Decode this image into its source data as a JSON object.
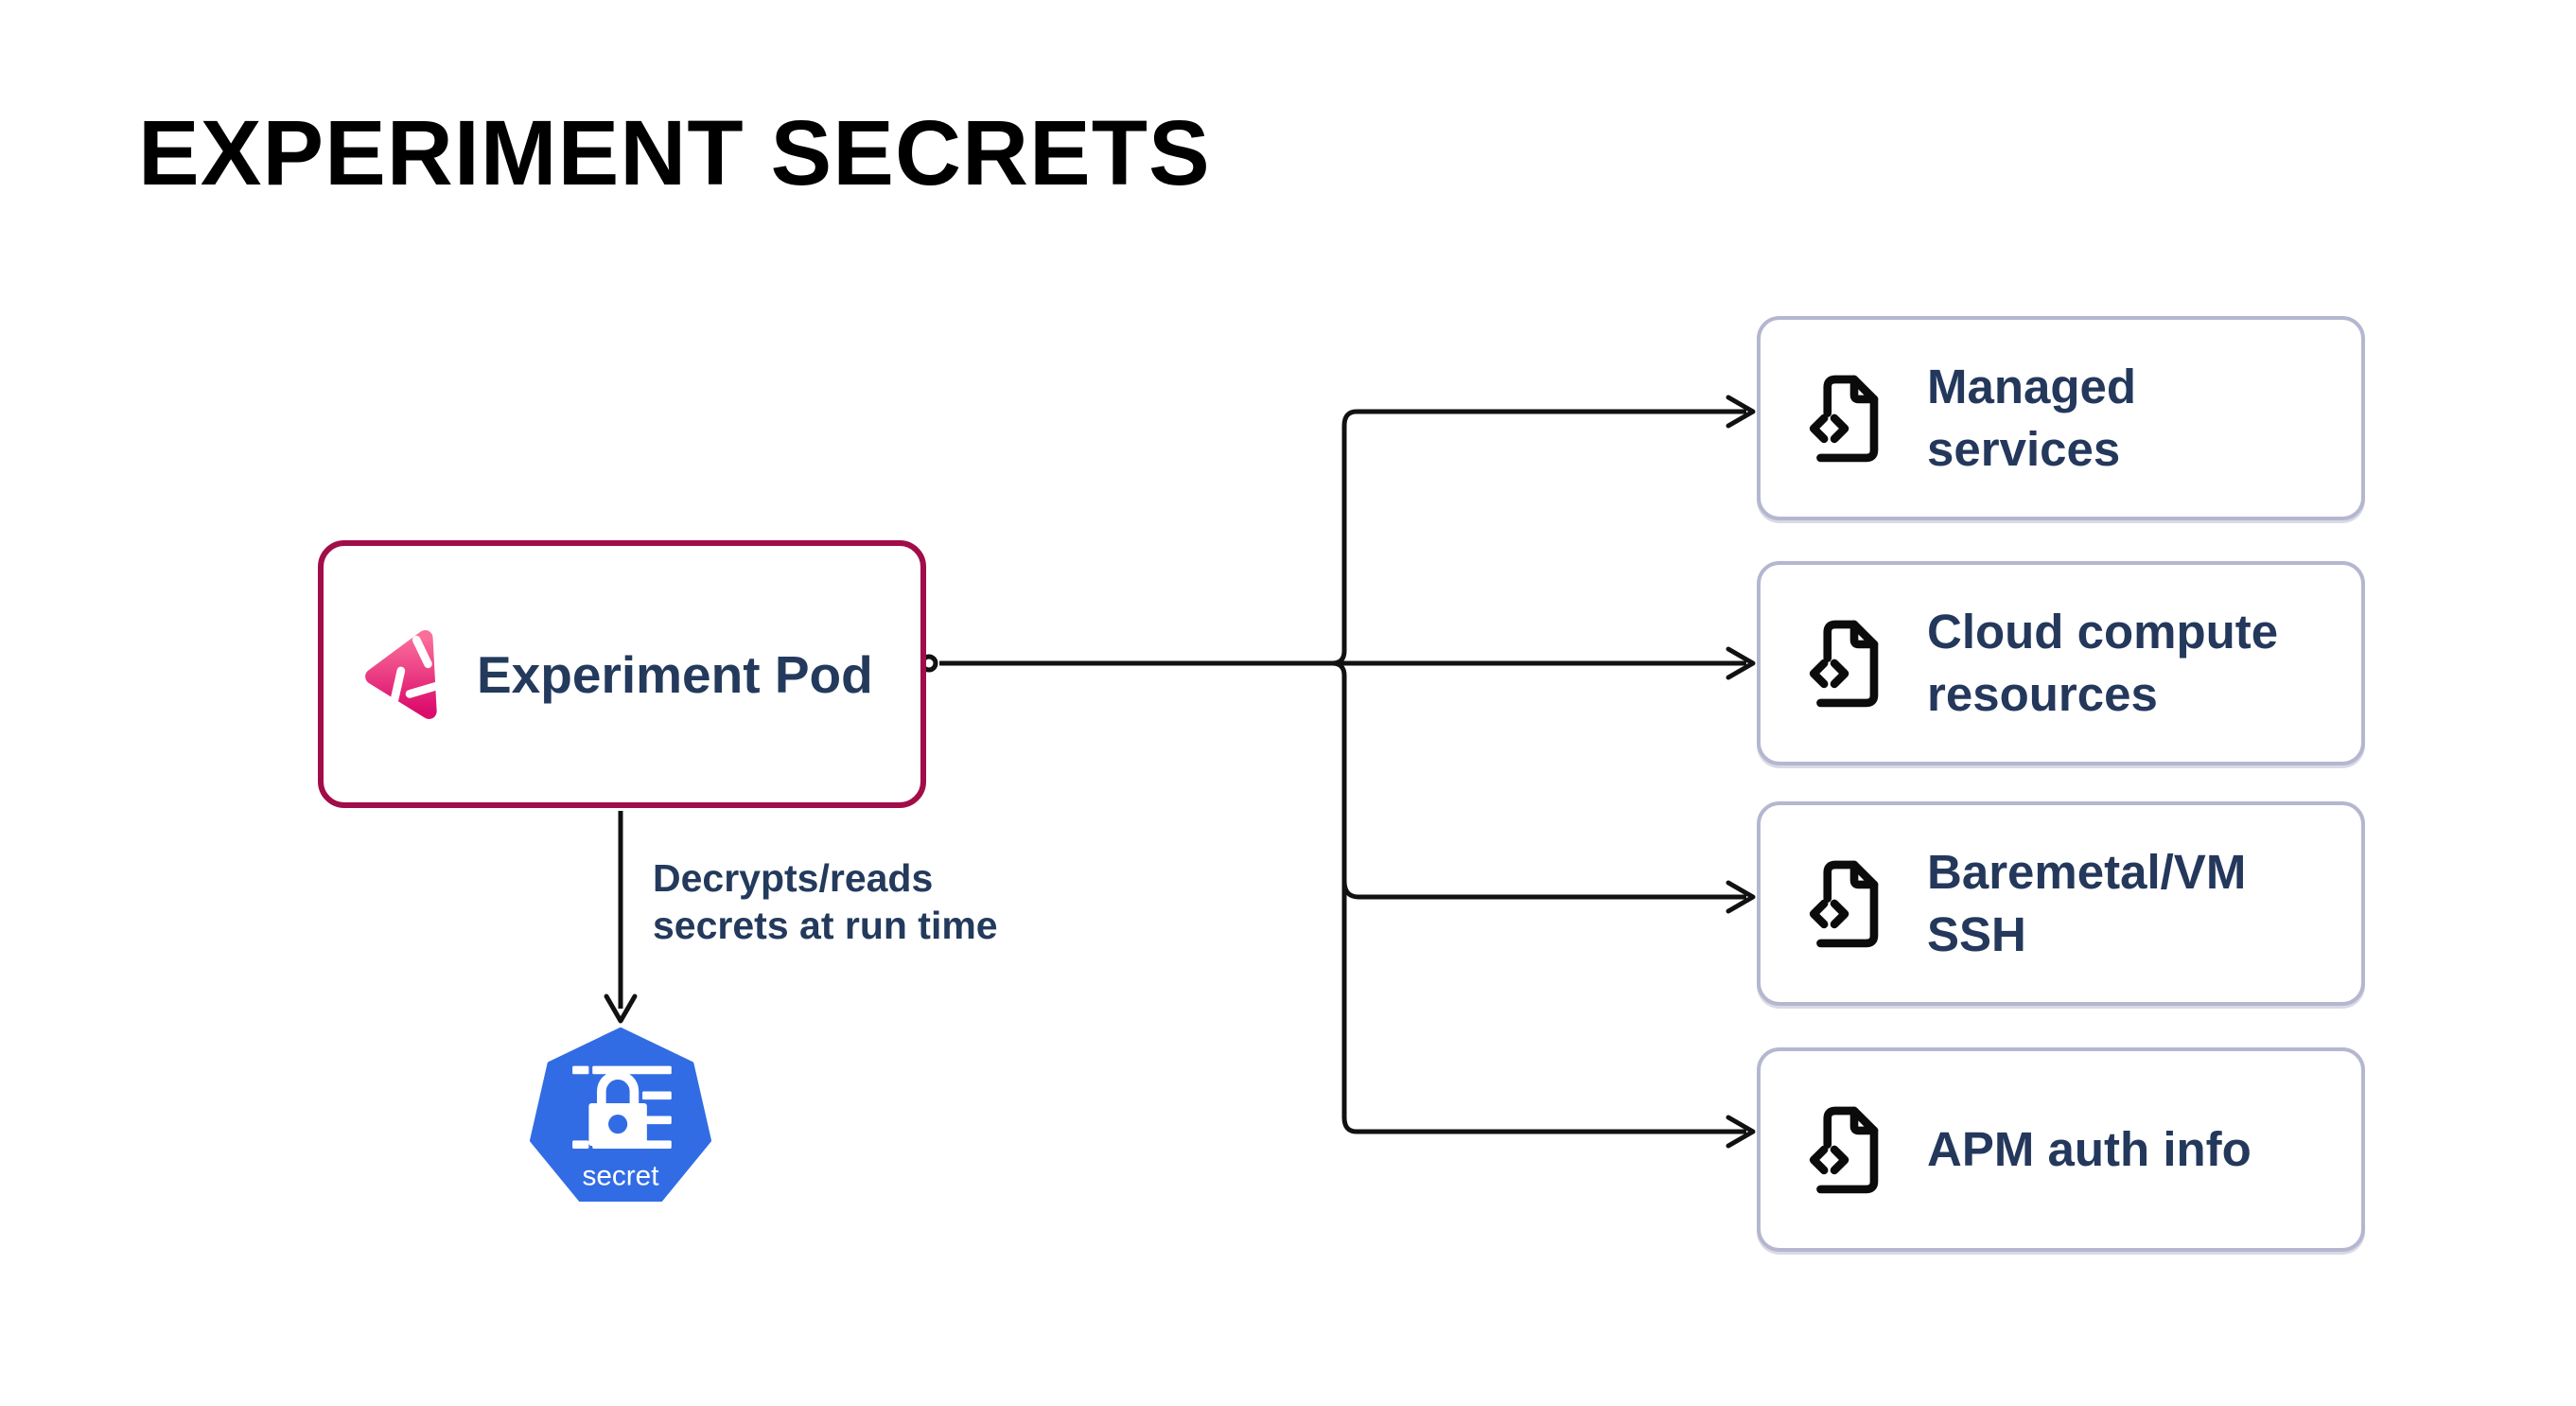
{
  "title": "EXPERIMENT SECRETS",
  "pod": {
    "label": "Experiment Pod"
  },
  "edge_note": {
    "text": "Decrypts/reads\nsecrets at run time"
  },
  "secret": {
    "label": "secret"
  },
  "targets": [
    {
      "label": "Managed\nservices"
    },
    {
      "label": "Cloud compute\nresources"
    },
    {
      "label": "Baremetal/VM\nSSH"
    },
    {
      "label": "APM auth info"
    }
  ],
  "icons": {
    "pod_icon": "litmus-experiment-icon",
    "target_icon": "file-code-icon",
    "secret_icon": "kubernetes-secret-icon"
  },
  "colors": {
    "background": "#FFFFFF",
    "title_text": "#000000",
    "pod_border": "#A10D49",
    "target_border": "#B4B7CF",
    "label_text": "#24385C",
    "connector_line": "#111111",
    "kubernetes_blue": "#326CE5",
    "litmus_pink_light": "#FA6E9A",
    "litmus_pink_dark": "#DB0C6C"
  }
}
